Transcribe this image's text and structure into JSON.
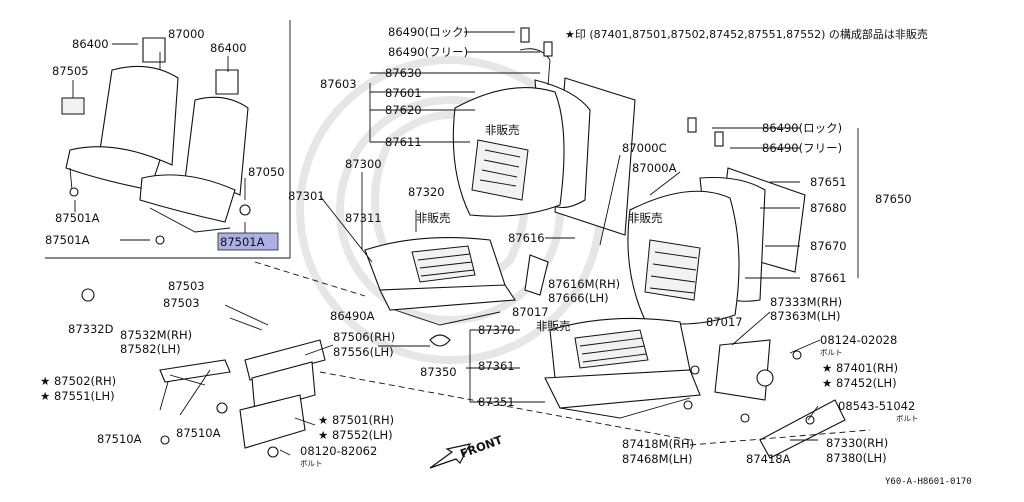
{
  "note": "★印 (87401,87501,87502,87452,87551,87552) の構成部品は非販売",
  "footer_code": "Y60-A-H8601-0170",
  "front_label": "FRONT",
  "inset": {
    "labels": [
      "86400",
      "87000",
      "86400",
      "87505",
      "87050",
      "87501A",
      "87501A",
      "87501A"
    ]
  },
  "labels": [
    "86490(ロック)",
    "86490(フリー)",
    "87603",
    "87630",
    "87601",
    "87620",
    "87611",
    "非販売",
    "87300",
    "87301",
    "87320",
    "87311",
    "非販売",
    "87616",
    "87000C",
    "87000A",
    "非販売",
    "86490(ロック)",
    "86490(フリー)",
    "87651",
    "87650",
    "87680",
    "87670",
    "87661",
    "87616M(RH)",
    "87666(LH)",
    "87017",
    "87017",
    "86490A",
    "87503",
    "87503",
    "87332D",
    "87532M(RH)",
    "87582(LH)",
    "87506(RH)",
    "87556(LH)",
    "87370",
    "非販売",
    "87350",
    "87361",
    "87351",
    "87333M(RH)",
    "87363M(LH)",
    "08124-02028",
    "ボルト",
    "★ 87401(RH)",
    "★ 87452(LH)",
    "08543-51042",
    "ボルト",
    "★ 87502(RH)",
    "★ 87551(LH)",
    "87510A",
    "87510A",
    "★ 87501(RH)",
    "★ 87552(LH)",
    "08120-82062",
    "ボルト",
    "87418M(RH)",
    "87468M(LH)",
    "87418A",
    "87330(RH)",
    "87380(LH)"
  ]
}
